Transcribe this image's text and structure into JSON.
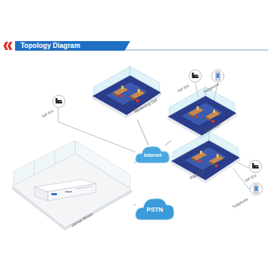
{
  "diagram": {
    "title": "Topology Diagram",
    "nodes": [
      {
        "text": [
          "Marketing Dpt."
        ]
      },
      {
        "text": [
          "Sales Dpt."
        ]
      },
      {
        "text": [
          "Internet"
        ]
      },
      {
        "text": [
          "R&D Dpt."
        ]
      },
      {
        "text": [
          "Server Room"
        ]
      },
      {
        "text": [
          "PSTN"
        ]
      }
    ],
    "edges": [
      {
        "from": 2,
        "to": 0,
        "arrow": "none"
      },
      {
        "from": 2,
        "to": 1,
        "arrow": "none"
      },
      {
        "from": 2,
        "to": 3,
        "arrow": "none"
      },
      {
        "from": 2,
        "to": 4,
        "arrow": "none"
      },
      {
        "from": 4,
        "to": 5,
        "arrow": "none"
      }
    ],
    "labels": [
      "SIP Ext.",
      "SIP Ext.",
      "Softphone",
      "SIP Ext.",
      "Softphone"
    ]
  }
}
